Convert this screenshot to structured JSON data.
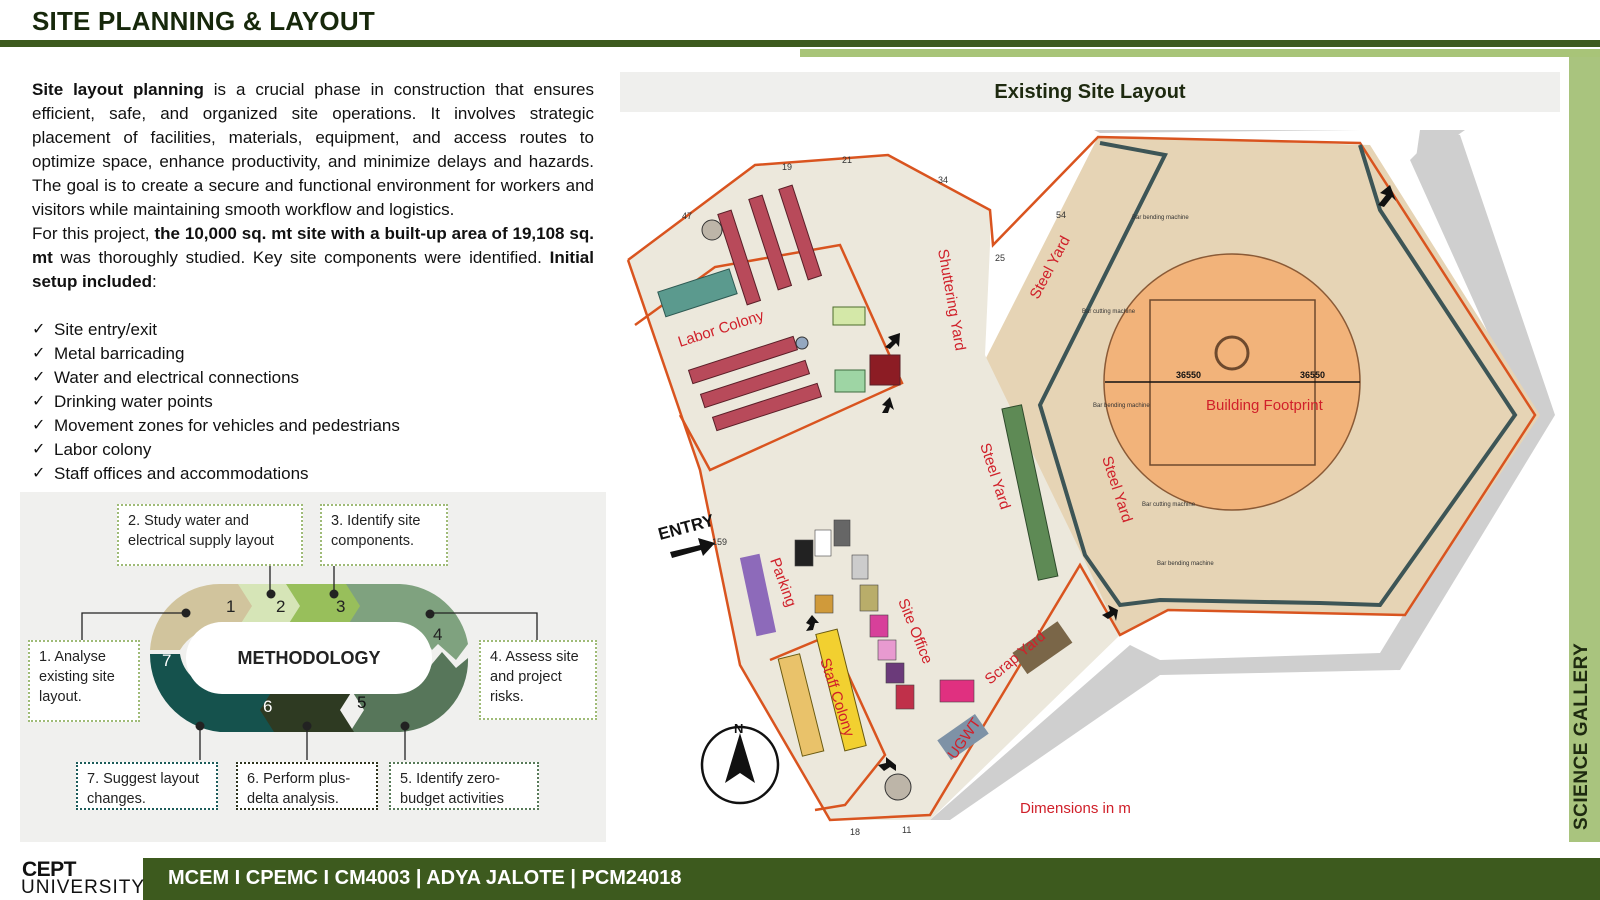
{
  "page": {
    "title": "SITE PLANNING & LAYOUT",
    "side_label": "SCIENCE GALLERY"
  },
  "intro": {
    "p1_bold": "Site layout planning",
    "p1_rest": " is a crucial phase in construction that ensures efficient, safe, and organized site operations. It involves strategic placement of facilities, materials, equipment, and access routes to optimize space, enhance productivity, and minimize delays and hazards. The goal is to create a secure and functional environment for workers and visitors while maintaining smooth workflow and logistics.",
    "p2_a": "For this project, ",
    "p2_bold": "the 10,000 sq. mt site with a built-up area of 19,108 sq. mt",
    "p2_b": " was thoroughly studied. Key site components were identified. ",
    "p2_bold2": "Initial setup included",
    "p2_c": ":"
  },
  "checklist": [
    "Site entry/exit",
    "Metal barricading",
    "Water and electrical connections",
    "Drinking water points",
    "Movement zones for vehicles and pedestrians",
    "Labor colony",
    "Staff offices and accommodations"
  ],
  "methodology": {
    "center": "METHODOLOGY",
    "numbers": [
      "1",
      "2",
      "3",
      "4",
      "5",
      "6",
      "7"
    ],
    "steps": [
      "1. Analyse existing site layout.",
      "2. Study water and electrical supply layout",
      "3. Identify site components.",
      "4. Assess site and project risks.",
      "5. Identify zero-budget activities",
      "6. Perform plus-delta analysis.",
      "7. Suggest layout changes."
    ],
    "colors": [
      "#d1c49d",
      "#d6e5b7",
      "#98bf5b",
      "#7fa27f",
      "#57765a",
      "#2e3a22",
      "#15524d"
    ]
  },
  "map": {
    "header": "Existing Site Layout",
    "labels": {
      "labor_colony": "Labor Colony",
      "shuttering_yard": "Shuttering Yard",
      "steel_yard": "Steel Yard",
      "building": "Building Footprint",
      "parking": "Parking",
      "site_office": "Site Office",
      "staff_colony": "Staff Colony",
      "scrap_yard": "Scrap Yard",
      "ugwt": "UGWT",
      "entry": "ENTRY",
      "dimensions": "Dimensions in m",
      "north": "N",
      "bar_bending": "Bar bending machine",
      "bar_cutting": "Bar cutting machine"
    },
    "dims": [
      "19",
      "21",
      "34",
      "47",
      "54",
      "25",
      "159",
      "18",
      "11",
      "36550",
      "36550"
    ],
    "colors": {
      "boundary": "#d9541f",
      "road": "#cfcfcf",
      "site": "#ece8dc",
      "yard": "#e6d4b5",
      "footprint": "#f2b37a",
      "label_red": "#d0202a"
    }
  },
  "footer": {
    "logo_top": "CEPT",
    "logo_bottom": "UNIVERSITY",
    "text": "MCEM I CPEMC I CM4003 | ADYA JALOTE | PCM24018"
  }
}
